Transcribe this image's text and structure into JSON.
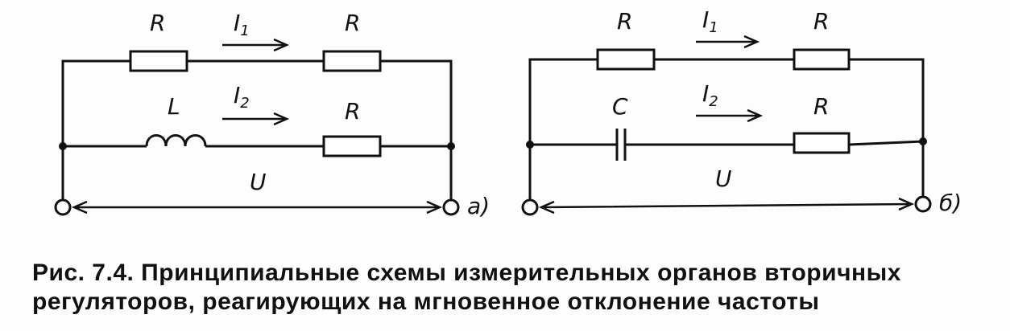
{
  "circuit_a": {
    "top_left_resistor": "R",
    "top_right_resistor": "R",
    "current_1": {
      "symbol": "I",
      "subscript": "1"
    },
    "inductor": "L",
    "current_2": {
      "symbol": "I",
      "subscript": "2"
    },
    "bottom_resistor": "R",
    "voltage": "U",
    "marker": "a)"
  },
  "circuit_b": {
    "top_left_resistor": "R",
    "top_right_resistor": "R",
    "current_1": {
      "symbol": "I",
      "subscript": "1"
    },
    "capacitor": "C",
    "current_2": {
      "symbol": "I",
      "subscript": "2"
    },
    "bottom_resistor": "R",
    "voltage": "U",
    "marker": "б)"
  },
  "caption": {
    "line1": "Рис. 7.4. Принципиальные схемы измерительных органов вторичных",
    "line2": "регуляторов, реагирующих на мгновенное отклонение частоты"
  }
}
